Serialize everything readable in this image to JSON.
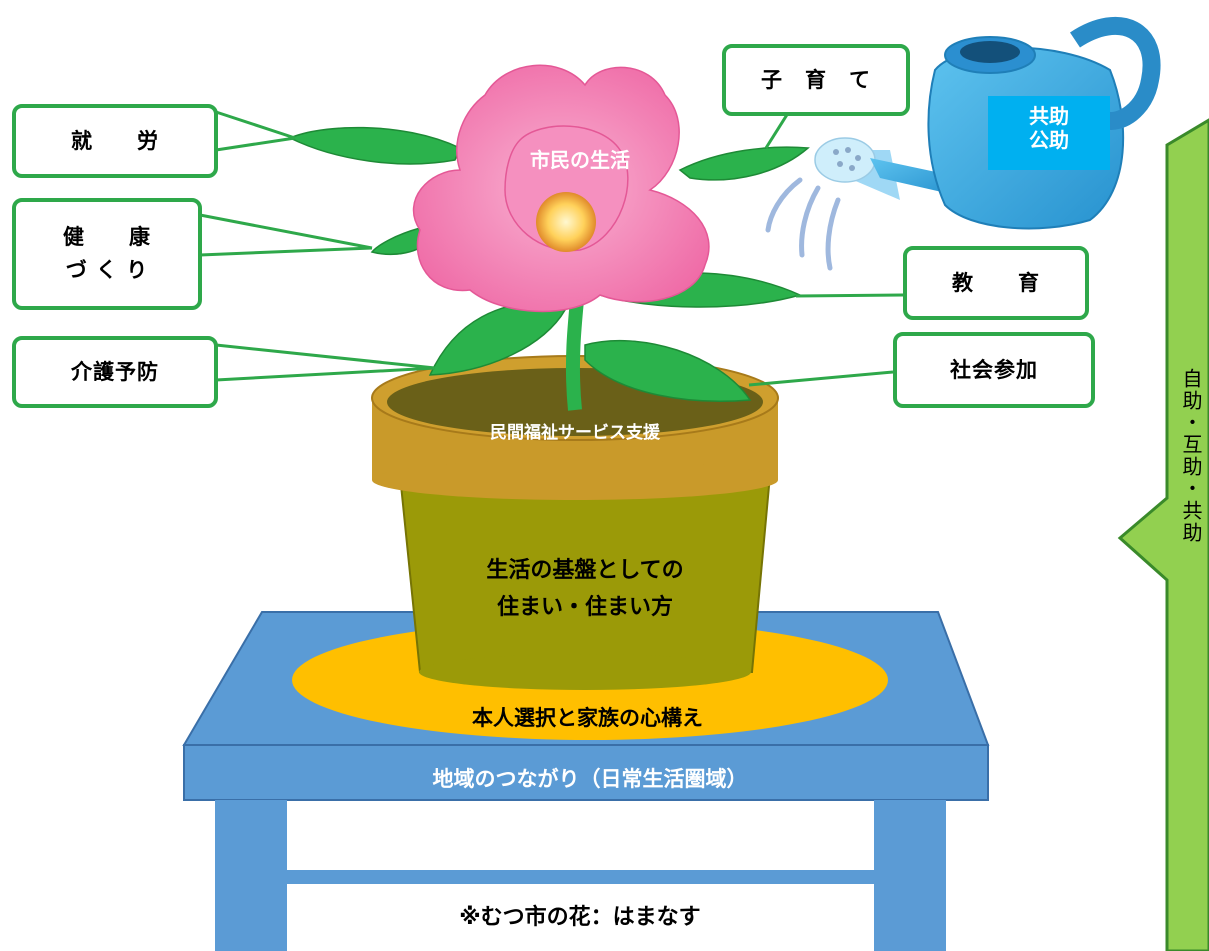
{
  "center": {
    "flower": "市民の生活",
    "pot_rim": "民間福祉サービス支援",
    "pot_body": "生活の基盤としての\n住まい・住まい方",
    "saucer": "本人選択と家族の心構え",
    "table_top": "地域のつながり（日常生活圏域）",
    "footnote": "※むつ市の花：はまなす",
    "watering_can": "共助\n公助",
    "side_arrow": "自助・互助・共助"
  },
  "leaf_labels": {
    "work": "就　　労",
    "health": "健　　康\nづ く り",
    "care": "介護予防",
    "child": "子　育　て",
    "education": "教　　育",
    "social": "社会参加"
  },
  "colors": {
    "label_border": "#2ea84a",
    "leaf": "#2bb24c",
    "flower": "#f277ac",
    "pot": "#9b9a08",
    "pot_rim": "#c99a2a",
    "saucer": "#ffbf00",
    "table": "#5b9bd5",
    "watering_can": "#3aa7de",
    "side_arrow": "#92d050"
  }
}
